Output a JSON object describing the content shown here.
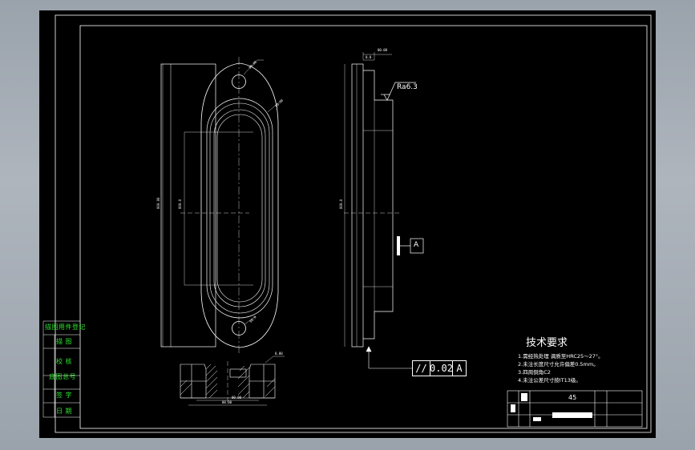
{
  "sheet": {
    "left_labels": [
      "描图用件登记",
      "描  图",
      "校  核",
      "底图总号",
      "签  字",
      "日  期"
    ],
    "tech_requirements": {
      "title": "技术要求",
      "notes": [
        "1.需经热处理 调质至HRC25～27°。",
        "2.未注长度尺寸允许偏差0.5mm。",
        "3.四周倒角C2",
        "4.未注公差尺寸按IT13级。"
      ]
    },
    "roughness": "Ra6.3",
    "datum": "A",
    "tolerance_frame": {
      "symbol": "//",
      "value": "0.02",
      "datum": "A"
    },
    "title_block": {
      "material": "45"
    }
  },
  "colors": {
    "sheet_bg": "#000000",
    "line": "#ffffff",
    "label_green": "#2fe22f"
  }
}
